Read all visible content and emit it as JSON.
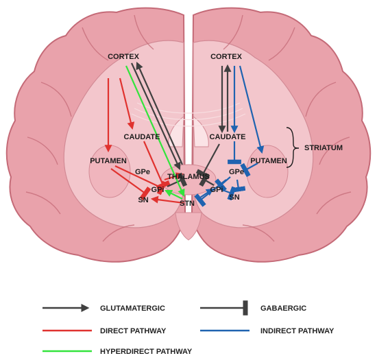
{
  "colors": {
    "glutamatergic": "#404040",
    "gabaergic": "#404040",
    "direct": "#e0322f",
    "hyperdirect": "#33e43c",
    "indirect": "#1f63b0",
    "brain_fill": "#e9a2ab",
    "brain_outline": "#c46a77",
    "inner_fill": "#f3c6cc",
    "nuclei_fill": "#f0b5bd"
  },
  "labels": {
    "cortex_left": "CORTEX",
    "cortex_right": "CORTEX",
    "caudate_left": "CAUDATE",
    "caudate_right": "CAUDATE",
    "putamen_left": "PUTAMEN",
    "putamen_right": "PUTAMEN",
    "striatum": "STRIATUM",
    "gpe_left": "GPe",
    "gpe_right": "GPe",
    "gpi_left": "GPi",
    "gpi_right": "GPi",
    "thalamus": "THALAMUS",
    "sn_left": "SN",
    "sn_right": "SN",
    "stn": "STN"
  },
  "legend": {
    "glutamatergic": "GLUTAMATERGIC",
    "gabaergic": "GABAERGIC",
    "direct": "DIRECT PATHWAY",
    "indirect": "INDIRECT PATHWAY",
    "hyperdirect": "HYPERDIRECT PATHWAY"
  }
}
